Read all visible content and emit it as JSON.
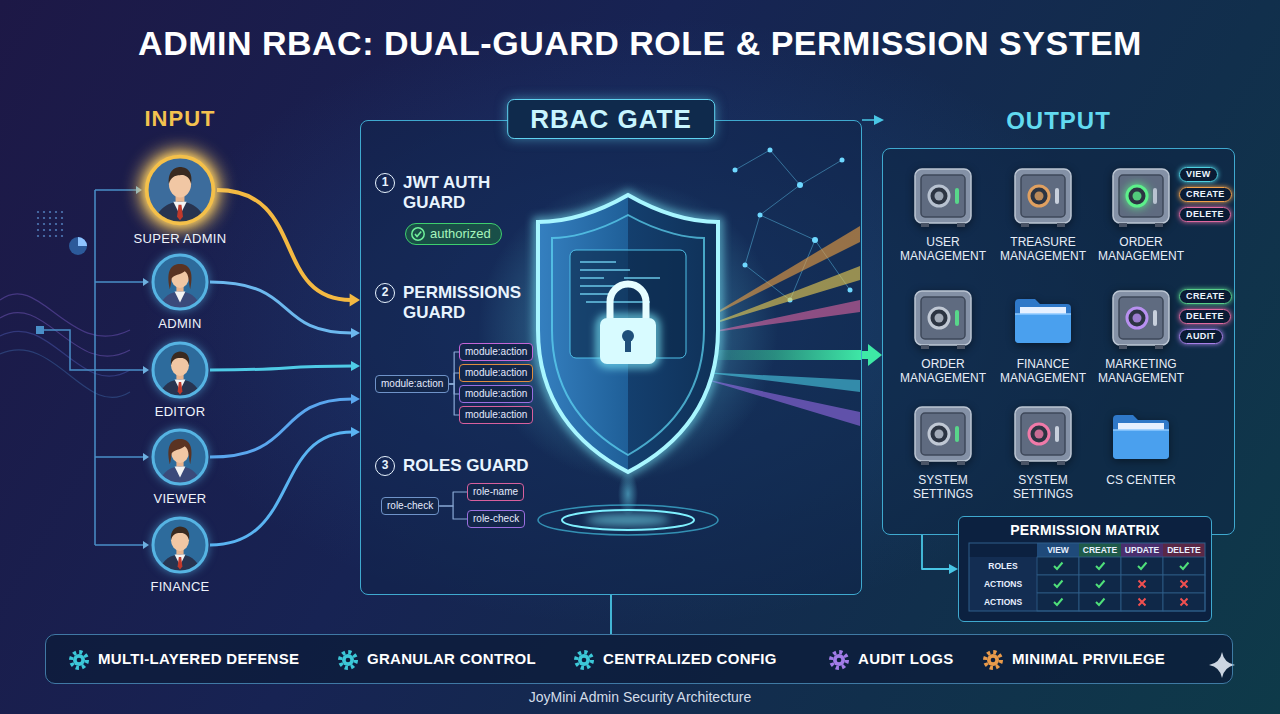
{
  "diagram": {
    "title": "ADMIN RBAC: DUAL-GUARD ROLE & PERMISSION SYSTEM",
    "caption": "JoyMini Admin Security Architecture",
    "nodes": [
      {
        "text": [
          "SUPER ADMIN"
        ]
      },
      {
        "text": [
          "ADMIN"
        ]
      },
      {
        "text": [
          "EDITOR"
        ]
      },
      {
        "text": [
          "VIEWER"
        ]
      },
      {
        "text": [
          "FINANCE"
        ]
      },
      {
        "text": [
          "RBAC GATE"
        ]
      },
      {
        "text": [
          "1",
          "JWT AUTH GUARD"
        ],
        "in": 5
      },
      {
        "text": [
          "authorized"
        ],
        "in": 6
      },
      {
        "text": [
          "2",
          "PERMISSIONS GUARD"
        ],
        "in": 5
      },
      {
        "text": [
          "module:action"
        ],
        "in": 8
      },
      {
        "text": [
          "module:action"
        ],
        "in": 8
      },
      {
        "text": [
          "module:action"
        ],
        "in": 8
      },
      {
        "text": [
          "module:action"
        ],
        "in": 8
      },
      {
        "text": [
          "module:action"
        ],
        "in": 8
      },
      {
        "text": [
          "3",
          "ROLES GUARD"
        ],
        "in": 5
      },
      {
        "text": [
          "role-check"
        ],
        "in": 14
      },
      {
        "text": [
          "role-name"
        ],
        "in": 14
      },
      {
        "text": [
          "role-check"
        ],
        "in": 14
      },
      {
        "text": [
          "OUTPUT"
        ]
      },
      {
        "text": [
          "USER MANAGEMENT"
        ],
        "in": 18
      },
      {
        "text": [
          "TREASURE MANAGEMENT"
        ],
        "in": 18
      },
      {
        "text": [
          "ORDER MANAGEMENT"
        ],
        "in": 18
      },
      {
        "text": [
          "VIEW"
        ],
        "in": 21
      },
      {
        "text": [
          "CREATE"
        ],
        "in": 21
      },
      {
        "text": [
          "DELETE"
        ],
        "in": 21
      },
      {
        "text": [
          "ORDER MANAGEMENT"
        ],
        "in": 18
      },
      {
        "text": [
          "FINANCE MANAGEMENT"
        ],
        "in": 18
      },
      {
        "text": [
          "MARKETING MANAGEMENT"
        ],
        "in": 18
      },
      {
        "text": [
          "CREATE"
        ],
        "in": 27
      },
      {
        "text": [
          "DELETE"
        ],
        "in": 27
      },
      {
        "text": [
          "AUDIT"
        ],
        "in": 27
      },
      {
        "text": [
          "SYSTEM SETTINGS"
        ],
        "in": 18
      },
      {
        "text": [
          "SYSTEM SETTINGS"
        ],
        "in": 18
      },
      {
        "text": [
          "CS CENTER"
        ],
        "in": 18
      },
      {
        "text": [
          "PERMISSION MATRIX"
        ]
      },
      {
        "text": [
          "MULTI-LAYERED DEFENSE",
          "GRANULAR CONTROL",
          "CENTRALIZED CONFIG",
          "AUDIT LOGS",
          "MINIMAL PRIVILEGE"
        ]
      }
    ],
    "edges": [
      {
        "from": 0,
        "to": 5,
        "arrow": "to"
      },
      {
        "from": 1,
        "to": 5,
        "arrow": "to"
      },
      {
        "from": 2,
        "to": 5,
        "arrow": "to"
      },
      {
        "from": 3,
        "to": 5,
        "arrow": "to"
      },
      {
        "from": 4,
        "to": 5,
        "arrow": "to"
      },
      {
        "from": 9,
        "to": 10,
        "arrow": "none"
      },
      {
        "from": 9,
        "to": 11,
        "arrow": "none"
      },
      {
        "from": 9,
        "to": 12,
        "arrow": "none"
      },
      {
        "from": 9,
        "to": 13,
        "arrow": "none"
      },
      {
        "from": 15,
        "to": 16,
        "arrow": "none"
      },
      {
        "from": 15,
        "to": 17,
        "arrow": "none"
      },
      {
        "from": 5,
        "to": 18,
        "arrow": "to"
      },
      {
        "from": 18,
        "to": 34,
        "arrow": "to"
      },
      {
        "from": 5,
        "to": 35,
        "arrow": "none"
      }
    ],
    "labels": [
      "INPUT",
      "VIEW",
      "CREATE",
      "UPDATE",
      "DELETE",
      "ROLES",
      "ACTIONS",
      "ACTIONS"
    ]
  }
}
